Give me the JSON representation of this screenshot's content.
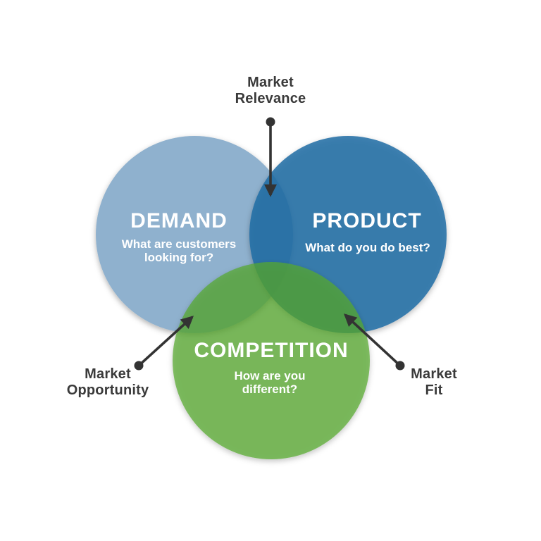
{
  "venn": {
    "background_color": "#FFFFFF",
    "text_color_on_circles": "#FFFFFF",
    "annotation_text_color": "#3A3A3A",
    "arrow_color": "#333333",
    "circles": [
      {
        "id": "demand",
        "label": "DEMAND",
        "question": "What are customers looking for?",
        "color": "#8FB1CE",
        "opacity": "1"
      },
      {
        "id": "product",
        "label": "PRODUCT",
        "question": "What do you do best?",
        "color": "#1E6CA4",
        "opacity": "0.85"
      },
      {
        "id": "competition",
        "label": "COMPETITION",
        "question": "How are you different?",
        "color": "#55A82E",
        "opacity": "0.72"
      }
    ],
    "intersections": [
      {
        "id": "market-relevance",
        "label": "Market Relevance",
        "between": "demand + product"
      },
      {
        "id": "market-opportunity",
        "label": "Market Opportunity",
        "between": "demand + competition"
      },
      {
        "id": "market-fit",
        "label": "Market Fit",
        "between": "product + competition"
      }
    ]
  }
}
